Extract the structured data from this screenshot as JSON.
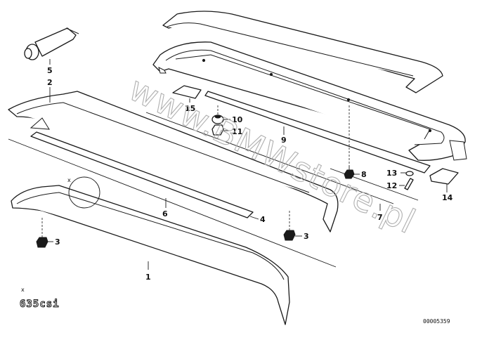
{
  "diagram": {
    "callouts": [
      "1",
      "2",
      "3",
      "3",
      "4",
      "5",
      "6",
      "7",
      "8",
      "9",
      "10",
      "11",
      "12",
      "13",
      "14",
      "15"
    ],
    "note_mark": "x",
    "detail_mark": "x",
    "model_badge": "635csi",
    "catalog_number": "00005359",
    "watermark": "www.BMWstore.pl"
  }
}
